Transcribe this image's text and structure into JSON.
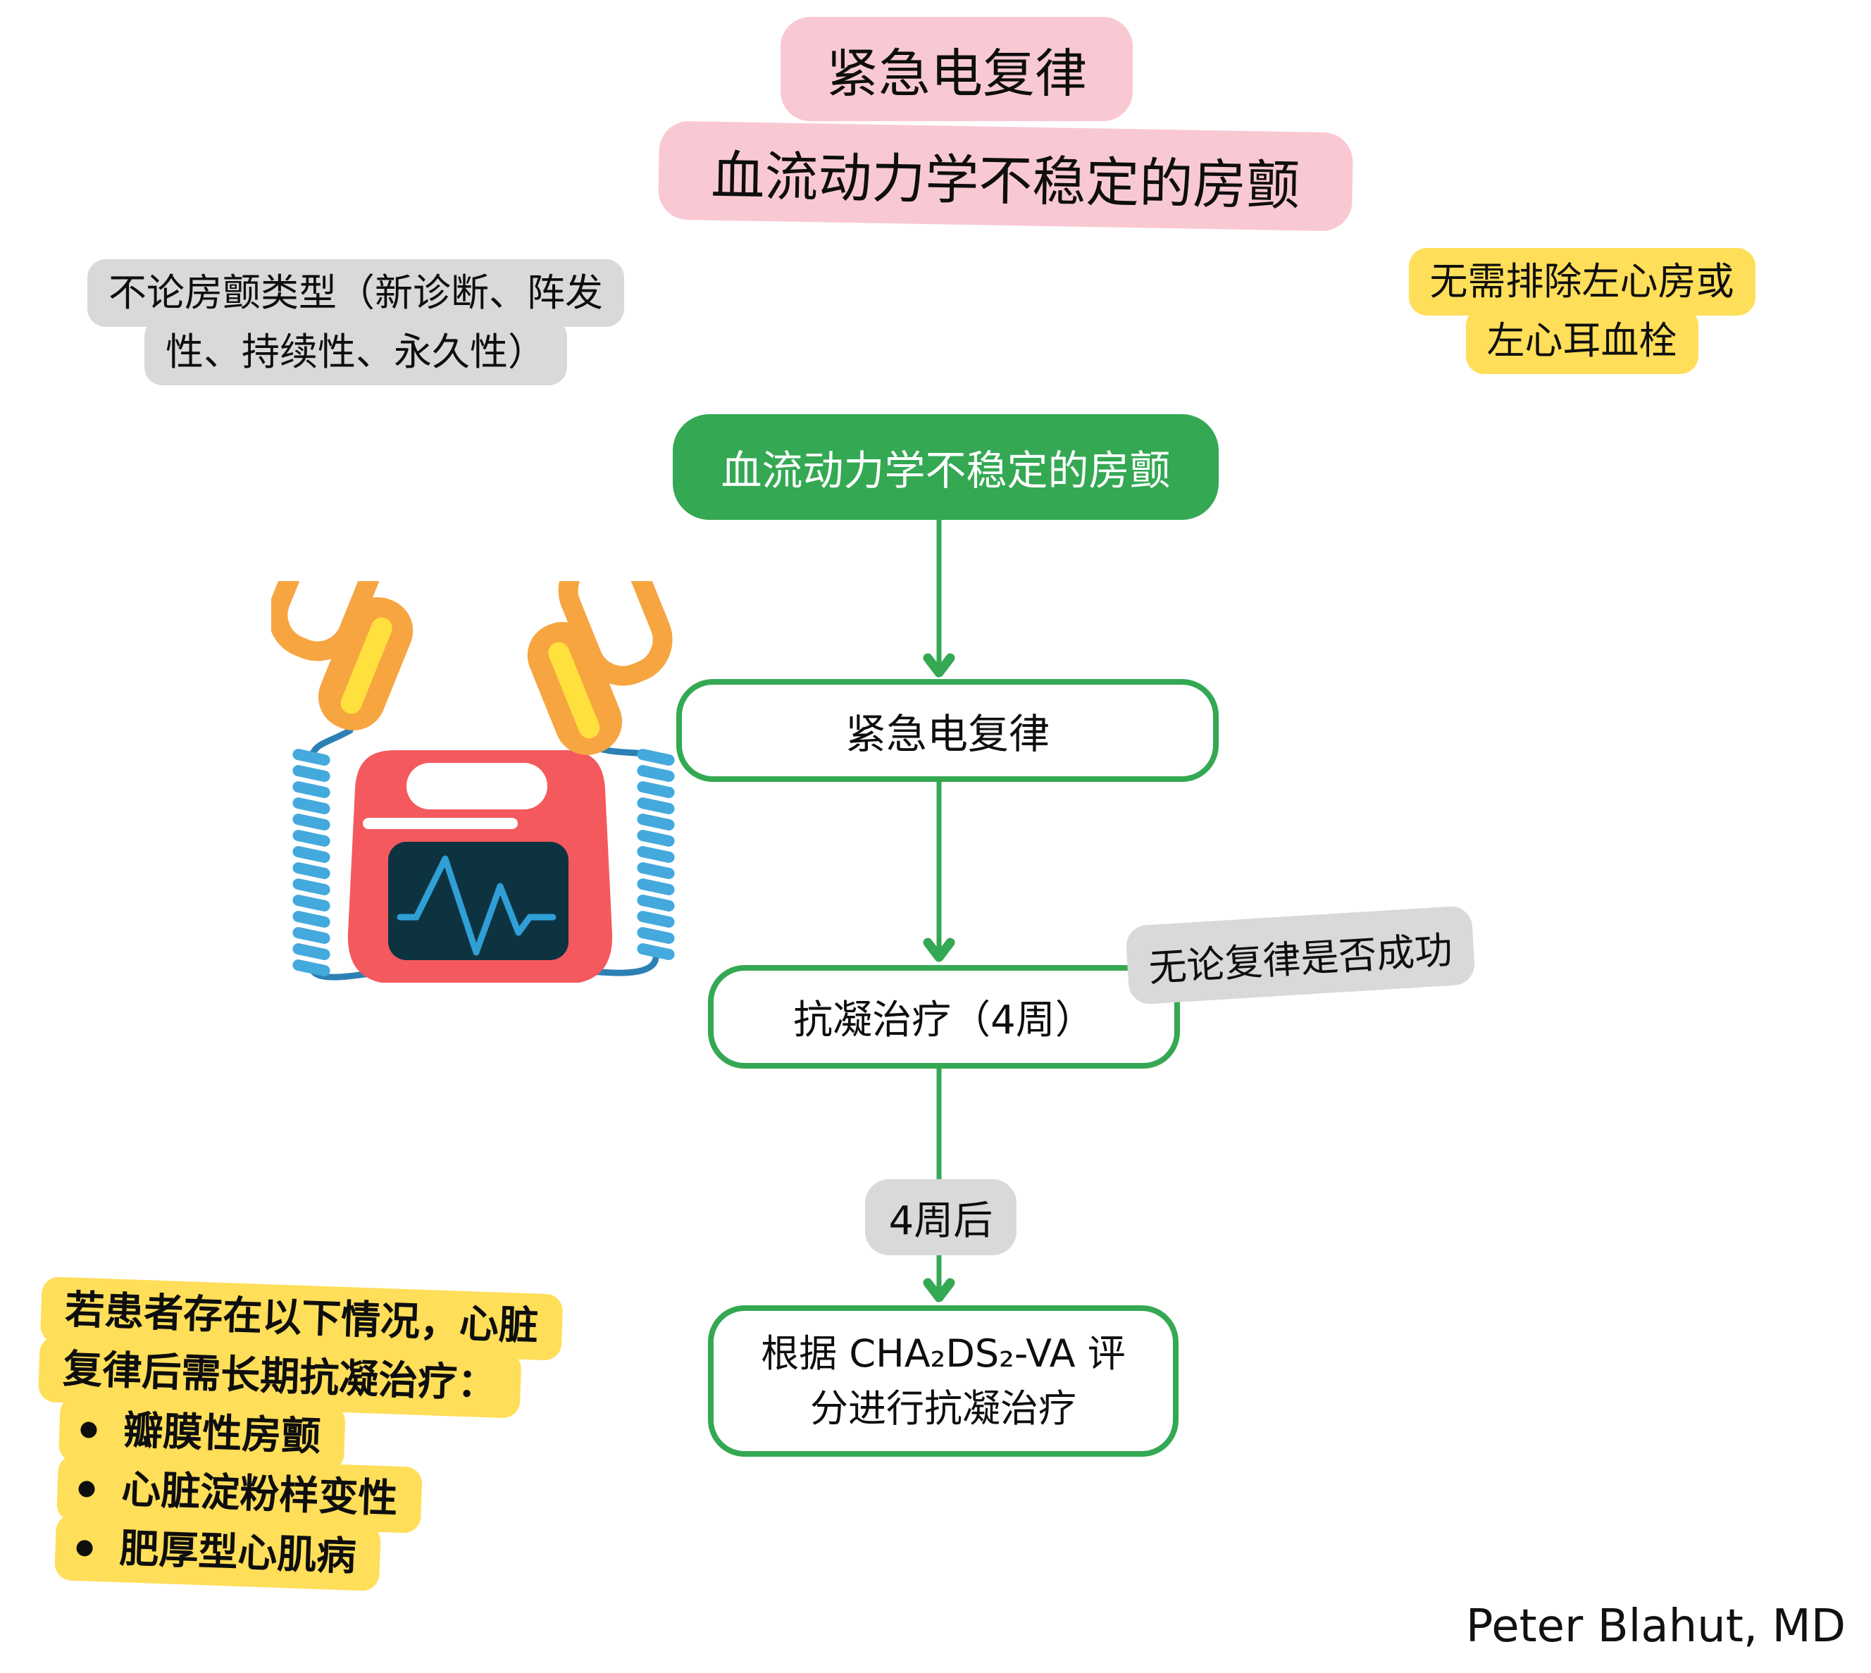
{
  "titles": {
    "main": "紧急电复律",
    "subtitle": "血流动力学不稳定的房颤"
  },
  "notes": {
    "af_types_line1": "不论房颤类型（新诊断、阵发",
    "af_types_line2": "性、持续性、永久性）",
    "no_thrombus_line1": "无需排除左心房或",
    "no_thrombus_line2": "左心耳血栓",
    "regardless_of_success": "无论复律是否成功",
    "after_4_weeks": "4周后"
  },
  "flowchart": {
    "start": "血流动力学不稳定的房颤",
    "step_cardioversion": "紧急电复律",
    "step_anticoagulation": "抗凝治疗（4周）",
    "step_score_line1": "根据 CHA₂DS₂-VA 评",
    "step_score_line2": "分进行抗凝治疗"
  },
  "long_term": {
    "heading_line1": "若患者存在以下情况，心脏",
    "heading_line2": "复律后需长期抗凝治疗：",
    "items": [
      "瓣膜性房颤",
      "心脏淀粉样变性",
      "肥厚型心肌病"
    ]
  },
  "credit": "Peter Blahut, MD",
  "colors": {
    "pink": "#f9c9d3",
    "gray": "#d9d9d9",
    "yellow": "#ffde59",
    "green": "#34a853",
    "defib_red": "#f4595d",
    "paddle_orange": "#f7a541",
    "paddle_stripe": "#ffe03d",
    "button_red": "#e4292e",
    "cable_blue": "#44a9dd",
    "cable_dark_blue": "#2c80b4",
    "screen_dark": "#0e3340",
    "ecg_blue": "#2f9fd6"
  },
  "icons": {
    "defibrillator": "defibrillator-illustration",
    "arrow": "arrow-down-icon"
  }
}
